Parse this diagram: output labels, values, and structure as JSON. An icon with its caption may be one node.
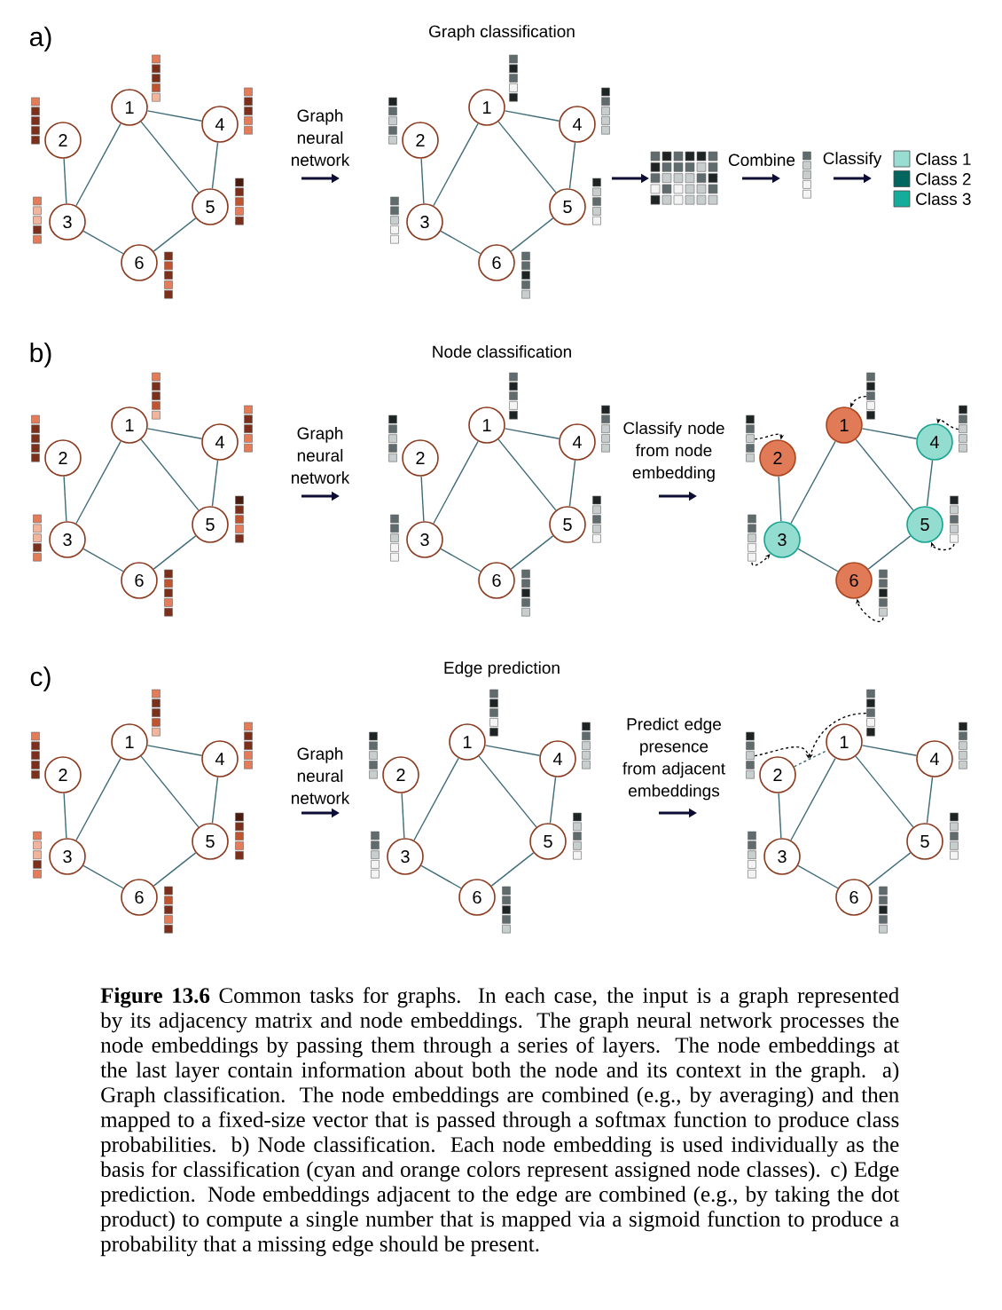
{
  "diagram": {
    "caption": "**Figure 13.6** Common tasks for graphs. In each case, the input is a graph represented by its adjacency matrix and node embeddings. The graph neural network processes the node embeddings by passing them through a series of layers. The node embeddings at the last layer contain information about both the node and its context in the graph. a) Graph classification. The node embeddings are combined (e.g., by averaging) and then mapped to a fixed-size vector that is passed through a softmax function to produce class probabilities. b) Node classification. Each node embedding is used individually as the basis for classification (cyan and orange colors represent assigned node classes). c) Edge prediction. Node embeddings adjacent to the edge are combined (e.g., by taking the dot product) to compute a single number that is mapped via a sigmoid function to produce a probability that a missing edge should be present.",
    "nodes": [
      {
        "text": [
          "1"
        ]
      },
      {
        "text": [
          "2"
        ]
      },
      {
        "text": [
          "3"
        ]
      },
      {
        "text": [
          "4"
        ]
      },
      {
        "text": [
          "5"
        ]
      },
      {
        "text": [
          "6"
        ]
      },
      {
        "text": [
          "1"
        ]
      },
      {
        "text": [
          "2"
        ]
      },
      {
        "text": [
          "3"
        ]
      },
      {
        "text": [
          "4"
        ]
      },
      {
        "text": [
          "5"
        ]
      },
      {
        "text": [
          "6"
        ]
      },
      {
        "text": [
          "1"
        ]
      },
      {
        "text": [
          "2"
        ]
      },
      {
        "text": [
          "3"
        ]
      },
      {
        "text": [
          "4"
        ]
      },
      {
        "text": [
          "5"
        ]
      },
      {
        "text": [
          "6"
        ]
      },
      {
        "text": [
          "1"
        ]
      },
      {
        "text": [
          "2"
        ]
      },
      {
        "text": [
          "3"
        ]
      },
      {
        "text": [
          "4"
        ]
      },
      {
        "text": [
          "5"
        ]
      },
      {
        "text": [
          "6"
        ]
      },
      {
        "text": [
          "1"
        ]
      },
      {
        "text": [
          "2"
        ]
      },
      {
        "text": [
          "3"
        ]
      },
      {
        "text": [
          "4"
        ]
      },
      {
        "text": [
          "5"
        ]
      },
      {
        "text": [
          "6"
        ]
      },
      {
        "text": [
          "1"
        ]
      },
      {
        "text": [
          "2"
        ]
      },
      {
        "text": [
          "3"
        ]
      },
      {
        "text": [
          "4"
        ]
      },
      {
        "text": [
          "5"
        ]
      },
      {
        "text": [
          "6"
        ]
      },
      {
        "text": [
          "1"
        ]
      },
      {
        "text": [
          "2"
        ]
      },
      {
        "text": [
          "3"
        ]
      },
      {
        "text": [
          "4"
        ]
      },
      {
        "text": [
          "5"
        ]
      },
      {
        "text": [
          "6"
        ]
      },
      {
        "text": [
          "1"
        ]
      },
      {
        "text": [
          "2"
        ]
      },
      {
        "text": [
          "3"
        ]
      },
      {
        "text": [
          "4"
        ]
      },
      {
        "text": [
          "5"
        ]
      },
      {
        "text": [
          "6"
        ]
      },
      {
        "text": [],
        "shape": "bar"
      },
      {
        "text": [],
        "shape": "bar"
      },
      {
        "text": [],
        "shape": "bar"
      },
      {
        "text": [],
        "shape": "bar"
      },
      {
        "text": [],
        "shape": "bar"
      },
      {
        "text": [],
        "shape": "bar"
      },
      {
        "text": [],
        "shape": "bar"
      },
      {
        "text": [],
        "shape": "bar"
      }
    ],
    "edges": [
      {
        "from": 0,
        "to": 2,
        "arrow": "none"
      },
      {
        "from": 0,
        "to": 3,
        "arrow": "none"
      },
      {
        "from": 0,
        "to": 4,
        "arrow": "none"
      },
      {
        "from": 1,
        "to": 2,
        "arrow": "none"
      },
      {
        "from": 2,
        "to": 5,
        "arrow": "none"
      },
      {
        "from": 3,
        "to": 4,
        "arrow": "none"
      },
      {
        "from": 4,
        "to": 5,
        "arrow": "none"
      },
      {
        "from": 6,
        "to": 8,
        "arrow": "none"
      },
      {
        "from": 6,
        "to": 9,
        "arrow": "none"
      },
      {
        "from": 6,
        "to": 10,
        "arrow": "none"
      },
      {
        "from": 7,
        "to": 8,
        "arrow": "none"
      },
      {
        "from": 8,
        "to": 11,
        "arrow": "none"
      },
      {
        "from": 9,
        "to": 10,
        "arrow": "none"
      },
      {
        "from": 10,
        "to": 11,
        "arrow": "none"
      },
      {
        "from": 12,
        "to": 14,
        "arrow": "none"
      },
      {
        "from": 12,
        "to": 15,
        "arrow": "none"
      },
      {
        "from": 12,
        "to": 16,
        "arrow": "none"
      },
      {
        "from": 13,
        "to": 14,
        "arrow": "none"
      },
      {
        "from": 14,
        "to": 17,
        "arrow": "none"
      },
      {
        "from": 15,
        "to": 16,
        "arrow": "none"
      },
      {
        "from": 16,
        "to": 17,
        "arrow": "none"
      },
      {
        "from": 18,
        "to": 20,
        "arrow": "none"
      },
      {
        "from": 18,
        "to": 21,
        "arrow": "none"
      },
      {
        "from": 18,
        "to": 22,
        "arrow": "none"
      },
      {
        "from": 19,
        "to": 20,
        "arrow": "none"
      },
      {
        "from": 20,
        "to": 23,
        "arrow": "none"
      },
      {
        "from": 21,
        "to": 22,
        "arrow": "none"
      },
      {
        "from": 22,
        "to": 23,
        "arrow": "none"
      },
      {
        "from": 24,
        "to": 26,
        "arrow": "none"
      },
      {
        "from": 24,
        "to": 27,
        "arrow": "none"
      },
      {
        "from": 24,
        "to": 28,
        "arrow": "none"
      },
      {
        "from": 25,
        "to": 26,
        "arrow": "none"
      },
      {
        "from": 26,
        "to": 29,
        "arrow": "none"
      },
      {
        "from": 27,
        "to": 28,
        "arrow": "none"
      },
      {
        "from": 28,
        "to": 29,
        "arrow": "none"
      },
      {
        "from": 30,
        "to": 32,
        "arrow": "none"
      },
      {
        "from": 30,
        "to": 33,
        "arrow": "none"
      },
      {
        "from": 30,
        "to": 34,
        "arrow": "none"
      },
      {
        "from": 31,
        "to": 32,
        "arrow": "none"
      },
      {
        "from": 32,
        "to": 35,
        "arrow": "none"
      },
      {
        "from": 33,
        "to": 34,
        "arrow": "none"
      },
      {
        "from": 34,
        "to": 35,
        "arrow": "none"
      },
      {
        "from": 36,
        "to": 38,
        "arrow": "none"
      },
      {
        "from": 36,
        "to": 39,
        "arrow": "none"
      },
      {
        "from": 36,
        "to": 40,
        "arrow": "none"
      },
      {
        "from": 37,
        "to": 38,
        "arrow": "none"
      },
      {
        "from": 38,
        "to": 41,
        "arrow": "none"
      },
      {
        "from": 39,
        "to": 40,
        "arrow": "none"
      },
      {
        "from": 40,
        "to": 41,
        "arrow": "none"
      },
      {
        "from": 42,
        "to": 44,
        "arrow": "none"
      },
      {
        "from": 42,
        "to": 45,
        "arrow": "none"
      },
      {
        "from": 42,
        "to": 46,
        "arrow": "none"
      },
      {
        "from": 43,
        "to": 44,
        "arrow": "none"
      },
      {
        "from": 44,
        "to": 47,
        "arrow": "none"
      },
      {
        "from": 45,
        "to": 46,
        "arrow": "none"
      },
      {
        "from": 46,
        "to": 47,
        "arrow": "none"
      },
      {
        "from": 43,
        "to": 42,
        "arrow": "none",
        "style": "dashed"
      },
      {
        "from": 48,
        "to": 24,
        "arrow": "to",
        "style": "dashed",
        "color": "#000000"
      },
      {
        "from": 49,
        "to": 25,
        "arrow": "to",
        "style": "dashed",
        "color": "#000000"
      },
      {
        "from": 50,
        "to": 26,
        "arrow": "to",
        "style": "dashed",
        "color": "#000000"
      },
      {
        "from": 51,
        "to": 27,
        "arrow": "to",
        "style": "dashed",
        "color": "#000000"
      },
      {
        "from": 52,
        "to": 28,
        "arrow": "to",
        "style": "dashed",
        "color": "#000000"
      },
      {
        "from": 53,
        "to": 29,
        "arrow": "to",
        "style": "dashed",
        "color": "#000000"
      },
      {
        "from": 54,
        "to": null,
        "arrow": "to",
        "style": "dashed",
        "color": "#000000"
      },
      {
        "from": 55,
        "to": null,
        "arrow": "to",
        "style": "dashed",
        "color": "#000000"
      }
    ],
    "labels": [
      "a)",
      "Graph classification",
      "Graph neural network",
      "Combine",
      "Classify",
      "b)",
      "Node classification",
      "Graph neural network",
      "Classify node from node embedding",
      "c)",
      "Edge prediction",
      "Graph neural network",
      "Predict edge presence from adjacent embeddings"
    ],
    "legend": [
      {
        "text": "Class 1",
        "color": "#98ddd2"
      },
      {
        "text": "Class 2",
        "color": "#00665e"
      },
      {
        "text": "Class 3",
        "color": "#14ad9c"
      }
    ]
  }
}
